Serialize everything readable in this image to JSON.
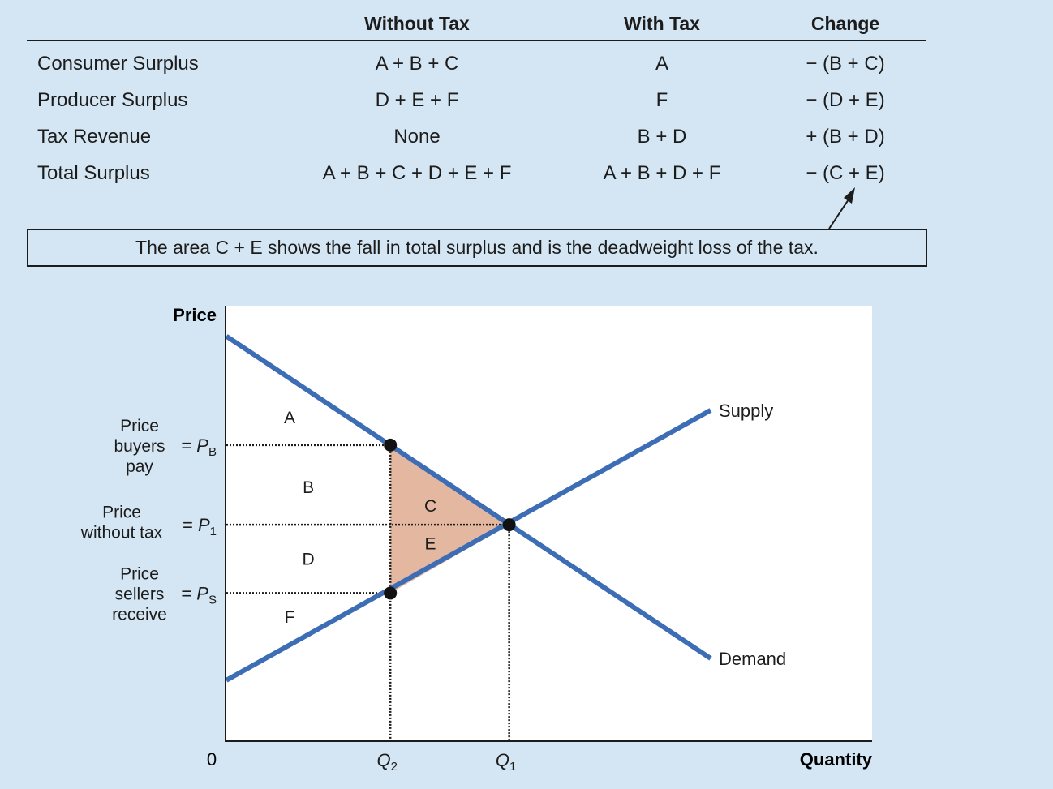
{
  "summary_table": {
    "headers": [
      "Without Tax",
      "With Tax",
      "Change"
    ],
    "rows": [
      {
        "label": "Consumer Surplus",
        "without_tax": "A + B + C",
        "with_tax": "A",
        "change": "− (B + C)"
      },
      {
        "label": "Producer Surplus",
        "without_tax": "D + E + F",
        "with_tax": "F",
        "change": "− (D + E)"
      },
      {
        "label": "Tax Revenue",
        "without_tax": "None",
        "with_tax": "B + D",
        "change": "+ (B + D)"
      },
      {
        "label": "Total Surplus",
        "without_tax": "A + B + C + D + E + F",
        "with_tax": "A + B + D + F",
        "change": "− (C + E)"
      }
    ],
    "callout": "The area C + E shows the fall in total surplus and is the deadweight loss of the tax."
  },
  "chart_data": {
    "type": "line",
    "title": "",
    "xlabel": "Quantity",
    "ylabel": "Price",
    "origin_label": "0",
    "xlim": [
      0,
      100
    ],
    "ylim": [
      0,
      100
    ],
    "grid": false,
    "series": [
      {
        "name": "Demand",
        "color": "#3d6db5",
        "x": [
          0,
          75
        ],
        "y": [
          93,
          19
        ]
      },
      {
        "name": "Supply",
        "color": "#3d6db5",
        "x": [
          0,
          75
        ],
        "y": [
          14,
          76
        ]
      }
    ],
    "points": [
      {
        "name": "buyers",
        "x": 25.4,
        "y": 68
      },
      {
        "name": "sellers",
        "x": 25.4,
        "y": 34
      },
      {
        "name": "equilibrium",
        "x": 43.8,
        "y": 49.7
      }
    ],
    "x_ticks": [
      {
        "label": "Q",
        "sub": "2",
        "x": 25.4
      },
      {
        "label": "Q",
        "sub": "1",
        "x": 43.8
      }
    ],
    "y_ticks": [
      {
        "desc": [
          "Price",
          "buyers",
          "pay"
        ],
        "label": "= P",
        "sub": "B",
        "y": 68
      },
      {
        "desc": [
          "Price",
          "without tax"
        ],
        "label": "= P",
        "sub": "1",
        "y": 49.7
      },
      {
        "desc": [
          "Price",
          "sellers",
          "receive"
        ],
        "label": "= P",
        "sub": "S",
        "y": 34
      }
    ],
    "deadweight_loss": {
      "color": "#e4b8a0",
      "vertices": [
        [
          25.4,
          68
        ],
        [
          43.8,
          49.7
        ],
        [
          25.4,
          34
        ]
      ]
    },
    "region_labels": [
      {
        "text": "A",
        "x": 9.8,
        "y": 74.5
      },
      {
        "text": "B",
        "x": 12.7,
        "y": 58.5
      },
      {
        "text": "C",
        "x": 31.6,
        "y": 54.2
      },
      {
        "text": "D",
        "x": 12.7,
        "y": 42
      },
      {
        "text": "E",
        "x": 31.6,
        "y": 45.5
      },
      {
        "text": "F",
        "x": 9.8,
        "y": 28.7
      }
    ]
  },
  "colors": {
    "background": "#d4e6f3",
    "plot_area": "#ffffff",
    "curve": "#3d6db5",
    "deadweight_loss": "#e4b8a0",
    "ink": "#1c1c1c"
  }
}
